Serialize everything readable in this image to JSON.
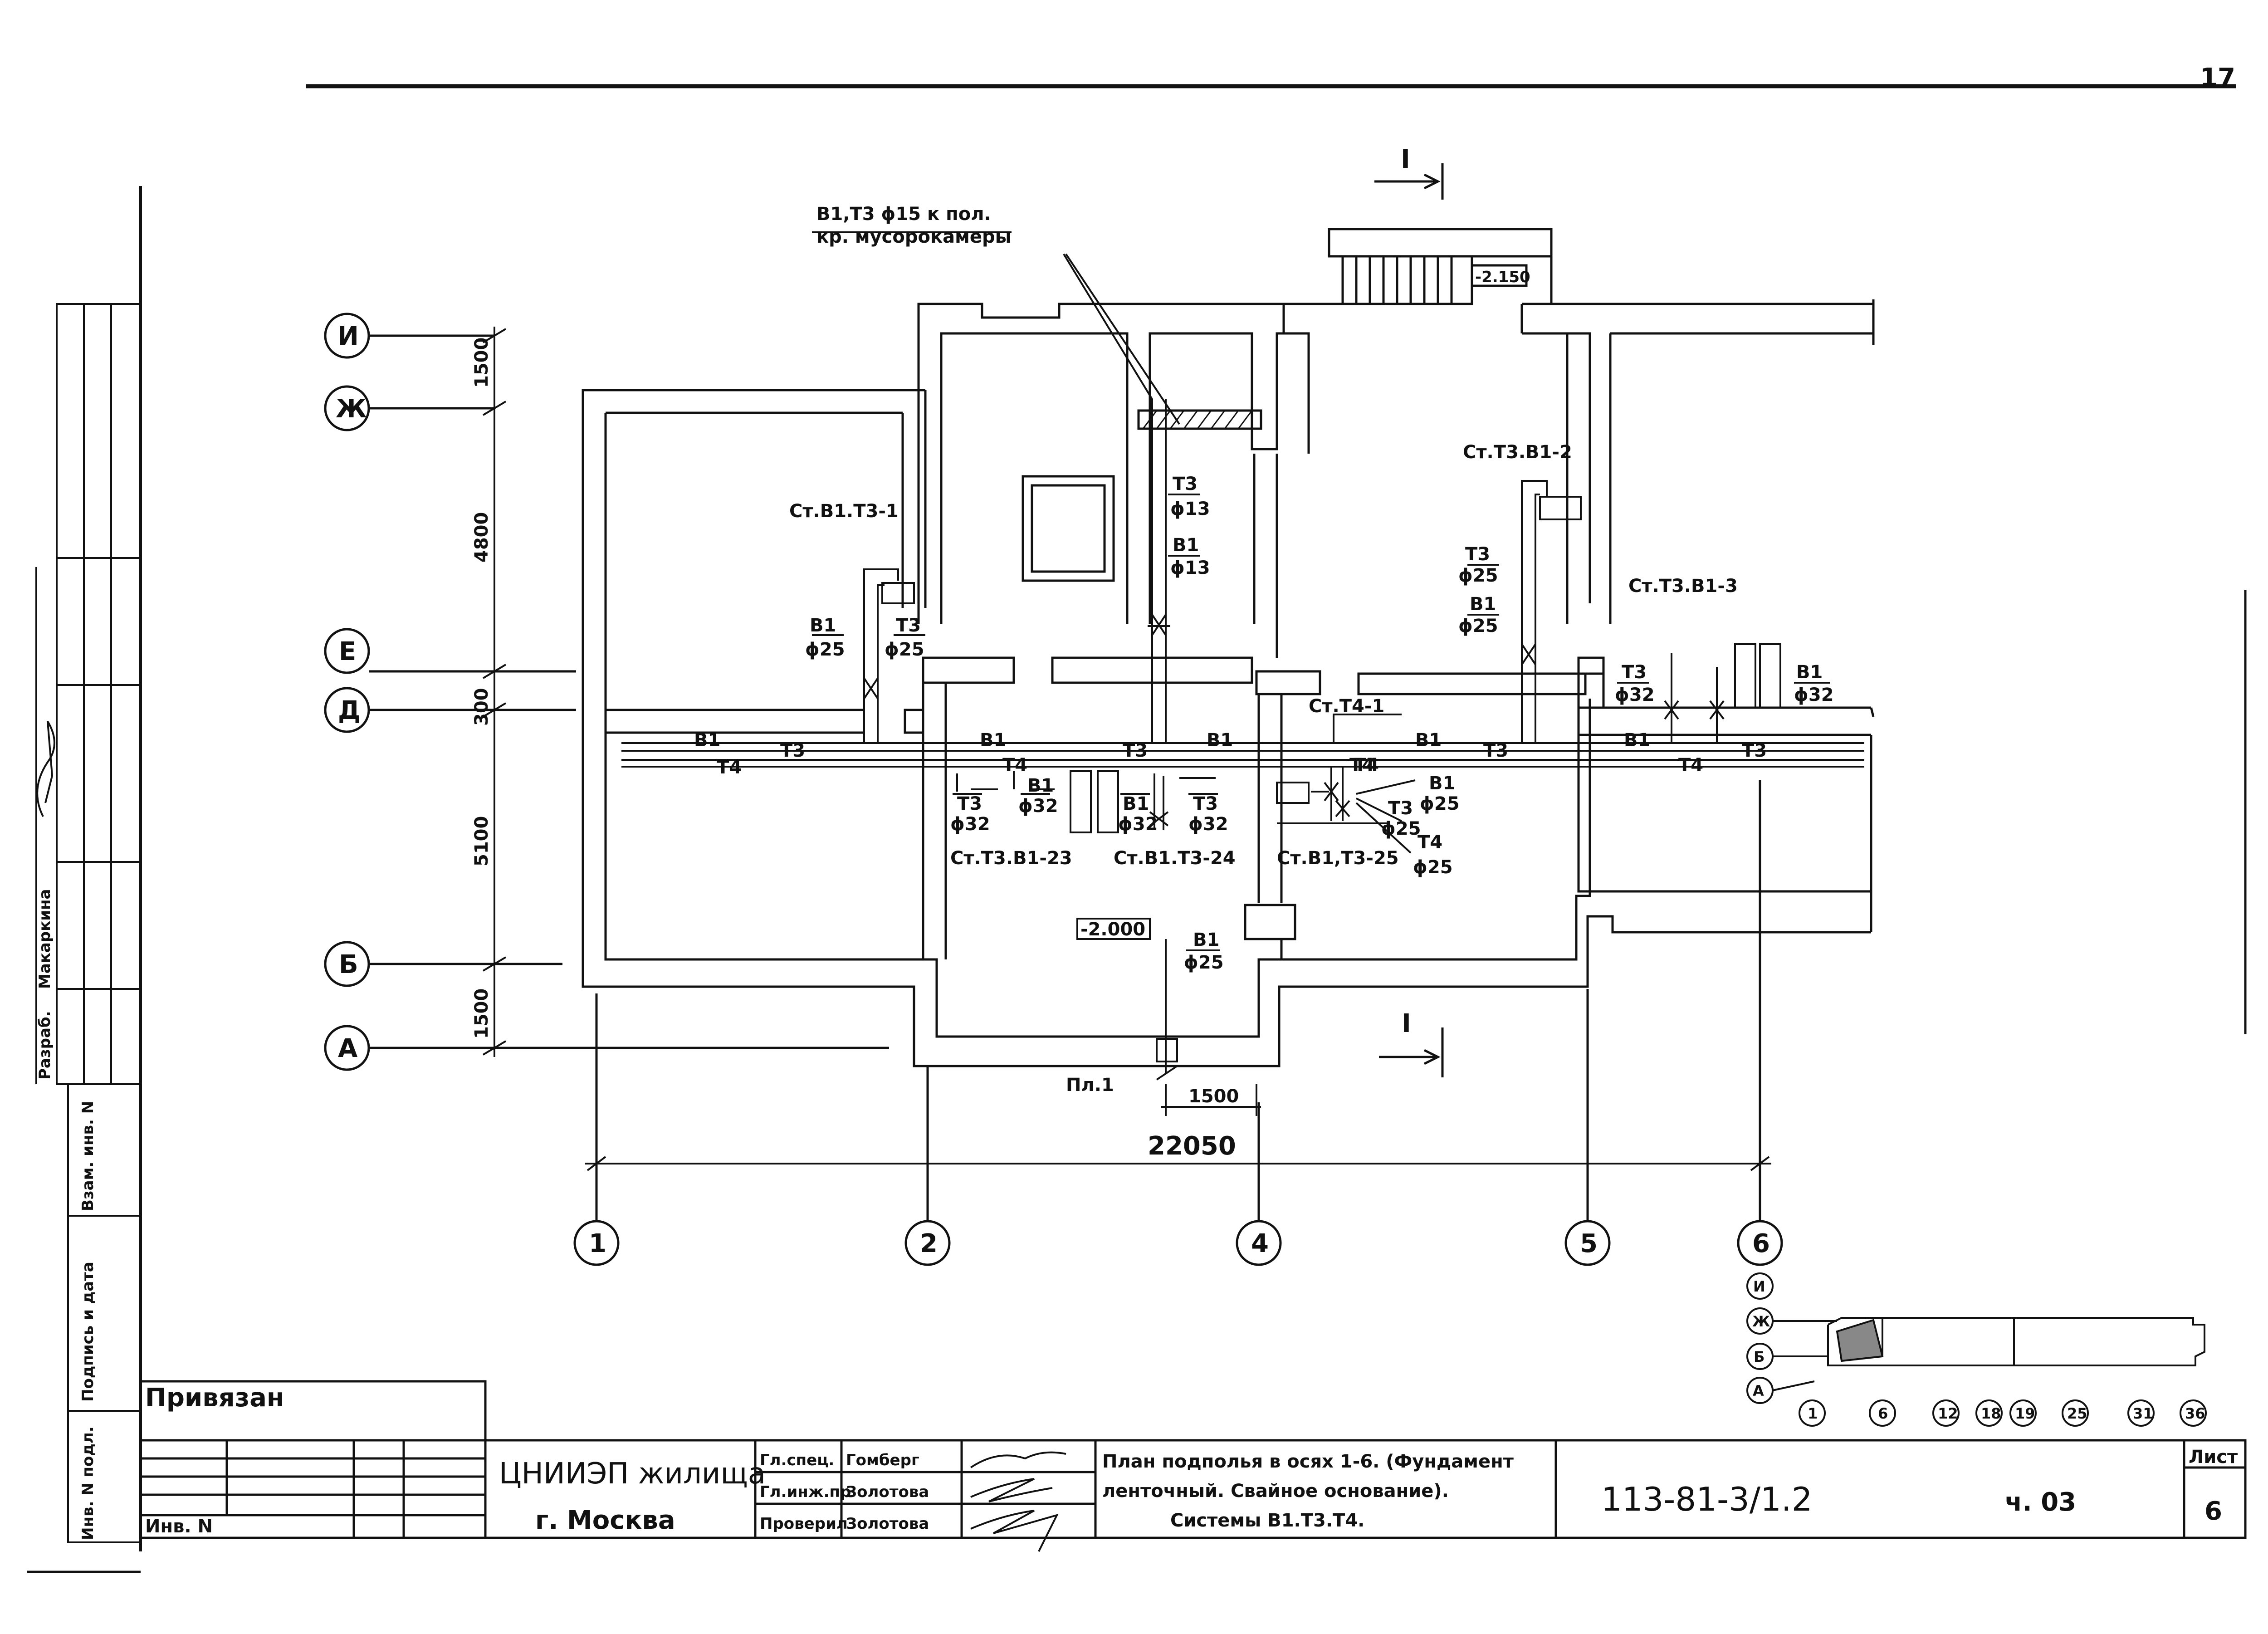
{
  "sheet_number_corner": "17",
  "section_mark": "I",
  "axes": {
    "rows": [
      "И",
      "Ж",
      "Е",
      "Д",
      "Б",
      "А"
    ],
    "columns": [
      "1",
      "2",
      "4",
      "5",
      "6"
    ]
  },
  "dimensions": {
    "row_1500_top": "1500",
    "row_4800": "4800",
    "row_300": "300",
    "row_5100": "5100",
    "row_1500_bottom": "1500",
    "total_width": "22050",
    "pl_width": "1500"
  },
  "elevations": {
    "entrance": "-2.150",
    "floor": "-2.000"
  },
  "callout_top": {
    "line1": "B1,T3 ϕ15 к пол.",
    "line2": "кр. мусорокамеры"
  },
  "risers": {
    "r1": "Ст.B1.T3-1",
    "r2": "Ст.T3.B1-2",
    "r3": "Ст.T3.B1-3",
    "r23": "Ст.T3.B1-23",
    "r24": "Ст.B1.T3-24",
    "r25": "Ст.B1,T3-25",
    "t41": "Ст.T4-1"
  },
  "pipes": {
    "b1": "B1",
    "t3": "T3",
    "t4": "T4"
  },
  "diameters": {
    "d13": "ϕ13",
    "d25": "ϕ25",
    "d32": "ϕ32"
  },
  "pl_label": "Пл.1",
  "side_stamp": {
    "razrab": "Разраб.",
    "makarkina": "Макаркина",
    "vzam": "Взам. инв. N",
    "podpis": "Подпись и дата",
    "inv_podl": "Инв. N подл."
  },
  "key_plan": {
    "rows": [
      "И",
      "Ж",
      "Б",
      "А"
    ],
    "columns": [
      "1",
      "6",
      "12",
      "18",
      "19",
      "25",
      "31",
      "36"
    ]
  },
  "title_block": {
    "privyazan": "Привязан",
    "inv": "Инв. N",
    "org_line1": "ЦНИИЭП жилища",
    "org_line2": "г. Москва",
    "roles": [
      {
        "role": "Гл.спец.",
        "name": "Гомберг"
      },
      {
        "role": "Гл.инж.пр",
        "name": "Золотова"
      },
      {
        "role": "Проверил",
        "name": "Золотова"
      }
    ],
    "desc_line1": "План подполья в осях 1-6. (Фундамент",
    "desc_line2": "ленточный. Свайное основание).",
    "desc_line3": "Системы B1.T3.T4.",
    "code": "113-81-3/1.2",
    "part": "ч. 03",
    "sheet_label": "Лист",
    "sheet_no": "6"
  }
}
